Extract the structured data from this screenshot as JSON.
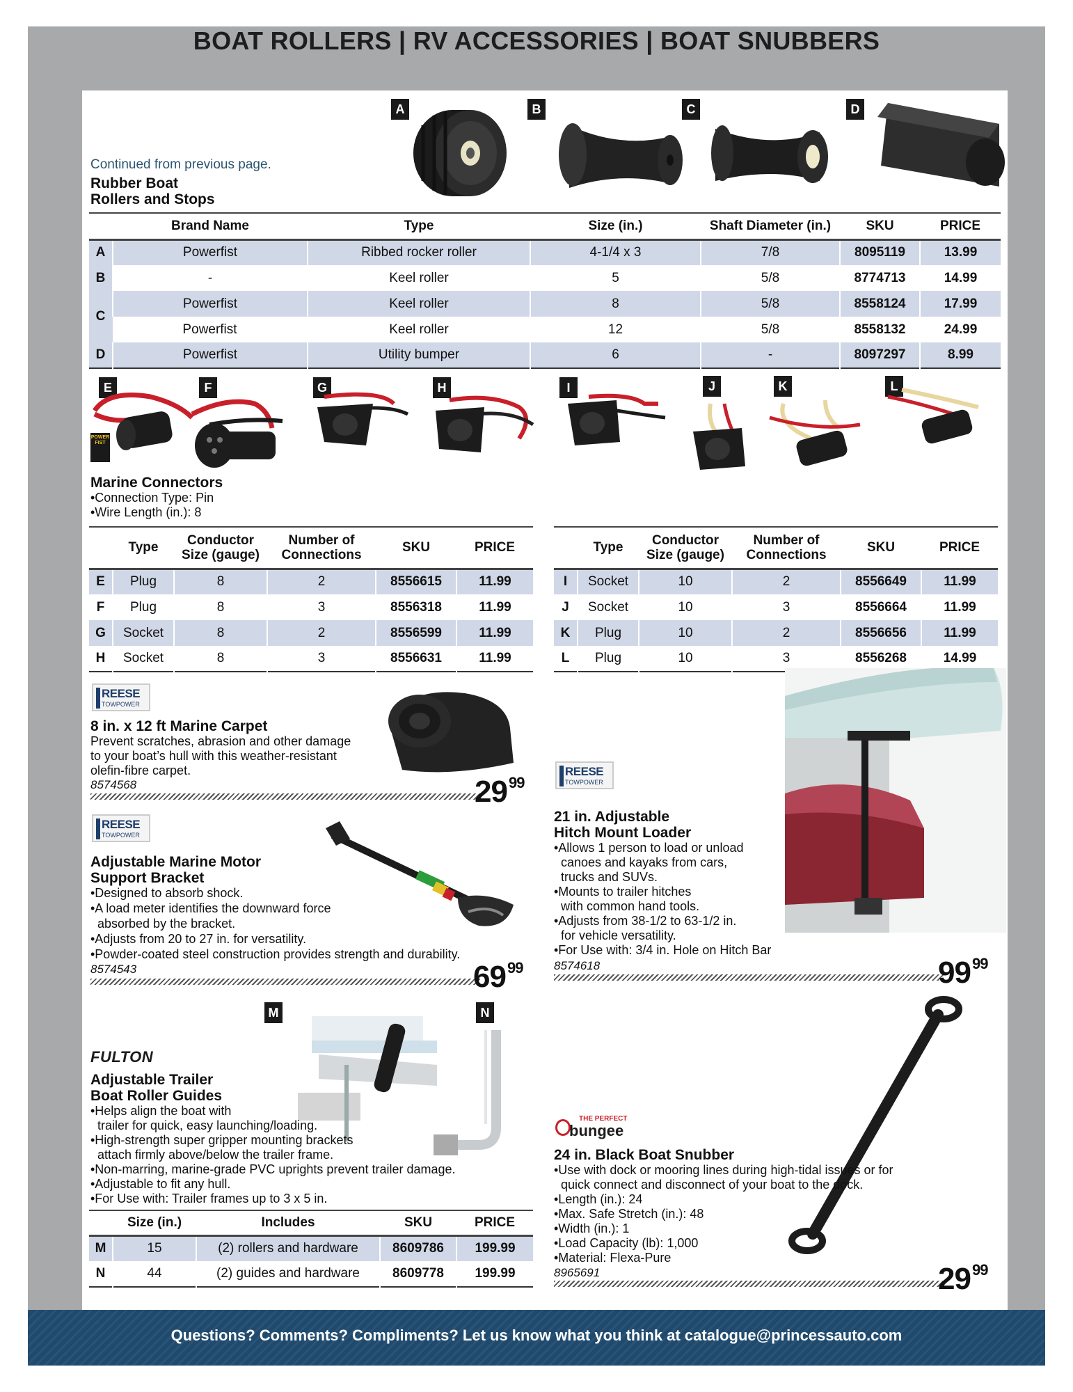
{
  "page_title": "BOAT ROLLERS | RV ACCESSORIES | BOAT SNUBBERS",
  "footer": "Questions? Comments? Compliments? Let us know what you think at catalogue@princessauto.com",
  "rollers": {
    "continued": "Continued from previous page.",
    "title_line1": "Rubber Boat",
    "title_line2": "Rollers and Stops",
    "image_labels": [
      "A",
      "B",
      "C",
      "D"
    ],
    "headers": [
      "Brand Name",
      "Type",
      "Size (in.)",
      "Shaft Diameter (in.)",
      "SKU",
      "PRICE"
    ],
    "rows": [
      {
        "letter": "A",
        "brand": "Powerfist",
        "type": "Ribbed rocker roller",
        "size": "4-1/4 x 3",
        "shaft": "7/8",
        "sku": "8095119",
        "price": "13.99"
      },
      {
        "letter": "B",
        "brand": "-",
        "type": "Keel roller",
        "size": "5",
        "shaft": "5/8",
        "sku": "8774713",
        "price": "14.99"
      },
      {
        "letter": "C",
        "brand": "Powerfist",
        "type": "Keel roller",
        "size": "8",
        "shaft": "5/8",
        "sku": "8558124",
        "price": "17.99"
      },
      {
        "letter": "",
        "brand": "Powerfist",
        "type": "Keel roller",
        "size": "12",
        "shaft": "5/8",
        "sku": "8558132",
        "price": "24.99"
      },
      {
        "letter": "D",
        "brand": "Powerfist",
        "type": "Utility bumper",
        "size": "6",
        "shaft": "-",
        "sku": "8097297",
        "price": "8.99"
      }
    ]
  },
  "connectors": {
    "image_labels": [
      "E",
      "F",
      "G",
      "H",
      "I",
      "J",
      "K",
      "L"
    ],
    "logo_text": "POWER FIST",
    "title": "Marine Connectors",
    "bullets": [
      "•Connection Type: Pin",
      "•Wire Length (in.): 8"
    ],
    "headers": {
      "type": "Type",
      "cond1": "Conductor",
      "cond2": "Size (gauge)",
      "num1": "Number of",
      "num2": "Connections",
      "sku": "SKU",
      "price": "PRICE"
    },
    "left_rows": [
      {
        "letter": "E",
        "type": "Plug",
        "gauge": "8",
        "conn": "2",
        "sku": "8556615",
        "price": "11.99"
      },
      {
        "letter": "F",
        "type": "Plug",
        "gauge": "8",
        "conn": "3",
        "sku": "8556318",
        "price": "11.99"
      },
      {
        "letter": "G",
        "type": "Socket",
        "gauge": "8",
        "conn": "2",
        "sku": "8556599",
        "price": "11.99"
      },
      {
        "letter": "H",
        "type": "Socket",
        "gauge": "8",
        "conn": "3",
        "sku": "8556631",
        "price": "11.99"
      }
    ],
    "right_rows": [
      {
        "letter": "I",
        "type": "Socket",
        "gauge": "10",
        "conn": "2",
        "sku": "8556649",
        "price": "11.99"
      },
      {
        "letter": "J",
        "type": "Socket",
        "gauge": "10",
        "conn": "3",
        "sku": "8556664",
        "price": "11.99"
      },
      {
        "letter": "K",
        "type": "Plug",
        "gauge": "10",
        "conn": "2",
        "sku": "8556656",
        "price": "11.99"
      },
      {
        "letter": "L",
        "type": "Plug",
        "gauge": "10",
        "conn": "3",
        "sku": "8556268",
        "price": "14.99"
      }
    ]
  },
  "reese_logo": {
    "name": "REESE",
    "sub": "TOWPOWER"
  },
  "carpet": {
    "title": "8 in. x 12 ft Marine Carpet",
    "lines": [
      "Prevent scratches, abrasion and other damage",
      "to your boat’s hull with this weather-resistant",
      "olefin-fibre carpet."
    ],
    "sku": "8574568",
    "price_main": "29",
    "price_cents": "99"
  },
  "motor_bracket": {
    "title_line1": "Adjustable Marine Motor",
    "title_line2": "Support Bracket",
    "lines": [
      "•Designed to absorb shock.",
      "•A load meter identifies the downward force",
      "  absorbed by the bracket.",
      "•Adjusts from 20 to 27 in. for versatility.",
      "•Powder-coated steel construction provides strength and durability."
    ],
    "sku": "8574543",
    "price_main": "69",
    "price_cents": "99"
  },
  "hitch_loader": {
    "title_line1": "21 in. Adjustable",
    "title_line2": "Hitch Mount Loader",
    "lines": [
      "•Allows 1 person to load or unload",
      "  canoes and kayaks from cars,",
      "  trucks and SUVs.",
      "•Mounts to trailer hitches",
      "  with common hand tools.",
      "•Adjusts from 38-1/2 to 63-1/2 in.",
      "  for vehicle versatility.",
      "•For Use with: 3/4 in. Hole on Hitch Bar"
    ],
    "sku": "8574618",
    "price_main": "99",
    "price_cents": "99"
  },
  "roller_guides": {
    "logo": "FULTON",
    "image_labels": [
      "M",
      "N"
    ],
    "title_line1": "Adjustable Trailer",
    "title_line2": "Boat Roller Guides",
    "lines": [
      "•Helps align the boat with",
      "  trailer for quick, easy launching/loading.",
      "•High-strength super gripper mounting brackets",
      "  attach firmly above/below the trailer frame.",
      "•Non-marring, marine-grade PVC uprights prevent trailer damage.",
      "•Adjustable to fit any hull.",
      "•For Use with: Trailer frames up to 3 x 5 in."
    ],
    "headers": [
      "Size (in.)",
      "Includes",
      "SKU",
      "PRICE"
    ],
    "rows": [
      {
        "letter": "M",
        "size": "15",
        "includes": "(2) rollers and hardware",
        "sku": "8609786",
        "price": "199.99"
      },
      {
        "letter": "N",
        "size": "44",
        "includes": "(2) guides and hardware",
        "sku": "8609778",
        "price": "199.99"
      }
    ]
  },
  "snubber": {
    "logo_small": "THE PERFECT",
    "logo_main": "bungee",
    "title": "24 in. Black Boat Snubber",
    "lines": [
      "•Use with dock or mooring lines during high-tidal issues or for",
      "  quick connect and disconnect of your boat to the dock.",
      "•Length (in.): 24",
      "•Max. Safe Stretch (in.): 48",
      "•Width (in.): 1",
      "•Load Capacity (lb): 1,000",
      "•Material: Flexa-Pure"
    ],
    "sku": "8965691",
    "price_main": "29",
    "price_cents": "99"
  }
}
